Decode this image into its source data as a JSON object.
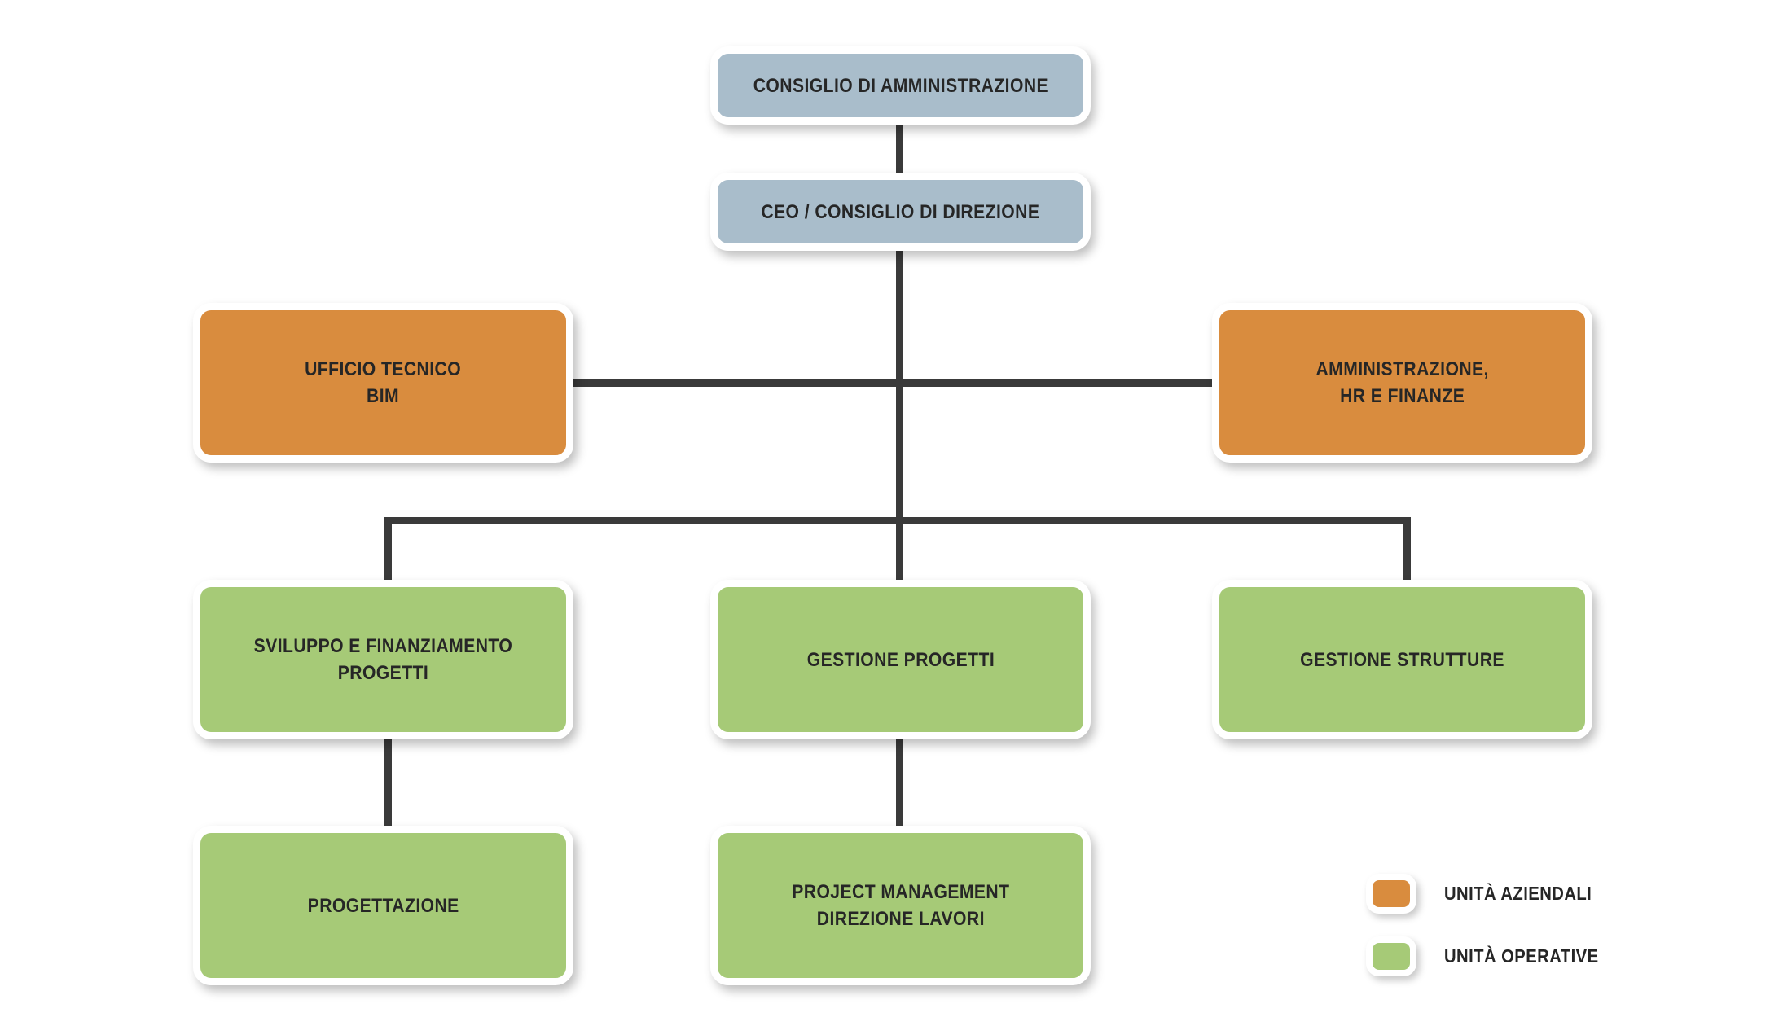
{
  "nodes": {
    "consiglio_amministrazione": {
      "label": "CONSIGLIO DI AMMINISTRAZIONE"
    },
    "ceo": {
      "label": "CEO / CONSIGLIO DI DIREZIONE"
    },
    "ufficio_tecnico": {
      "label": "UFFICIO TECNICO\nBIM"
    },
    "amministrazione_hr": {
      "label": "AMMINISTRAZIONE,\nHR E FINANZE"
    },
    "sviluppo_finanziamento": {
      "label": "SVILUPPO E FINANZIAMENTO\nPROGETTI"
    },
    "gestione_progetti": {
      "label": "GESTIONE PROGETTI"
    },
    "gestione_strutture": {
      "label": "GESTIONE STRUTTURE"
    },
    "progettazione": {
      "label": "PROGETTAZIONE"
    },
    "project_management": {
      "label": "PROJECT MANAGEMENT\nDIREZIONE LAVORI"
    }
  },
  "legend": {
    "aziendali": {
      "label": "UNITÀ AZIENDALI"
    },
    "operative": {
      "label": "UNITÀ OPERATIVE"
    }
  },
  "colors": {
    "board": "#a9bdcb",
    "business_unit": "#d98c3e",
    "operative_unit": "#a6ca77",
    "connector": "#3a3a3a",
    "text": "#262626"
  }
}
